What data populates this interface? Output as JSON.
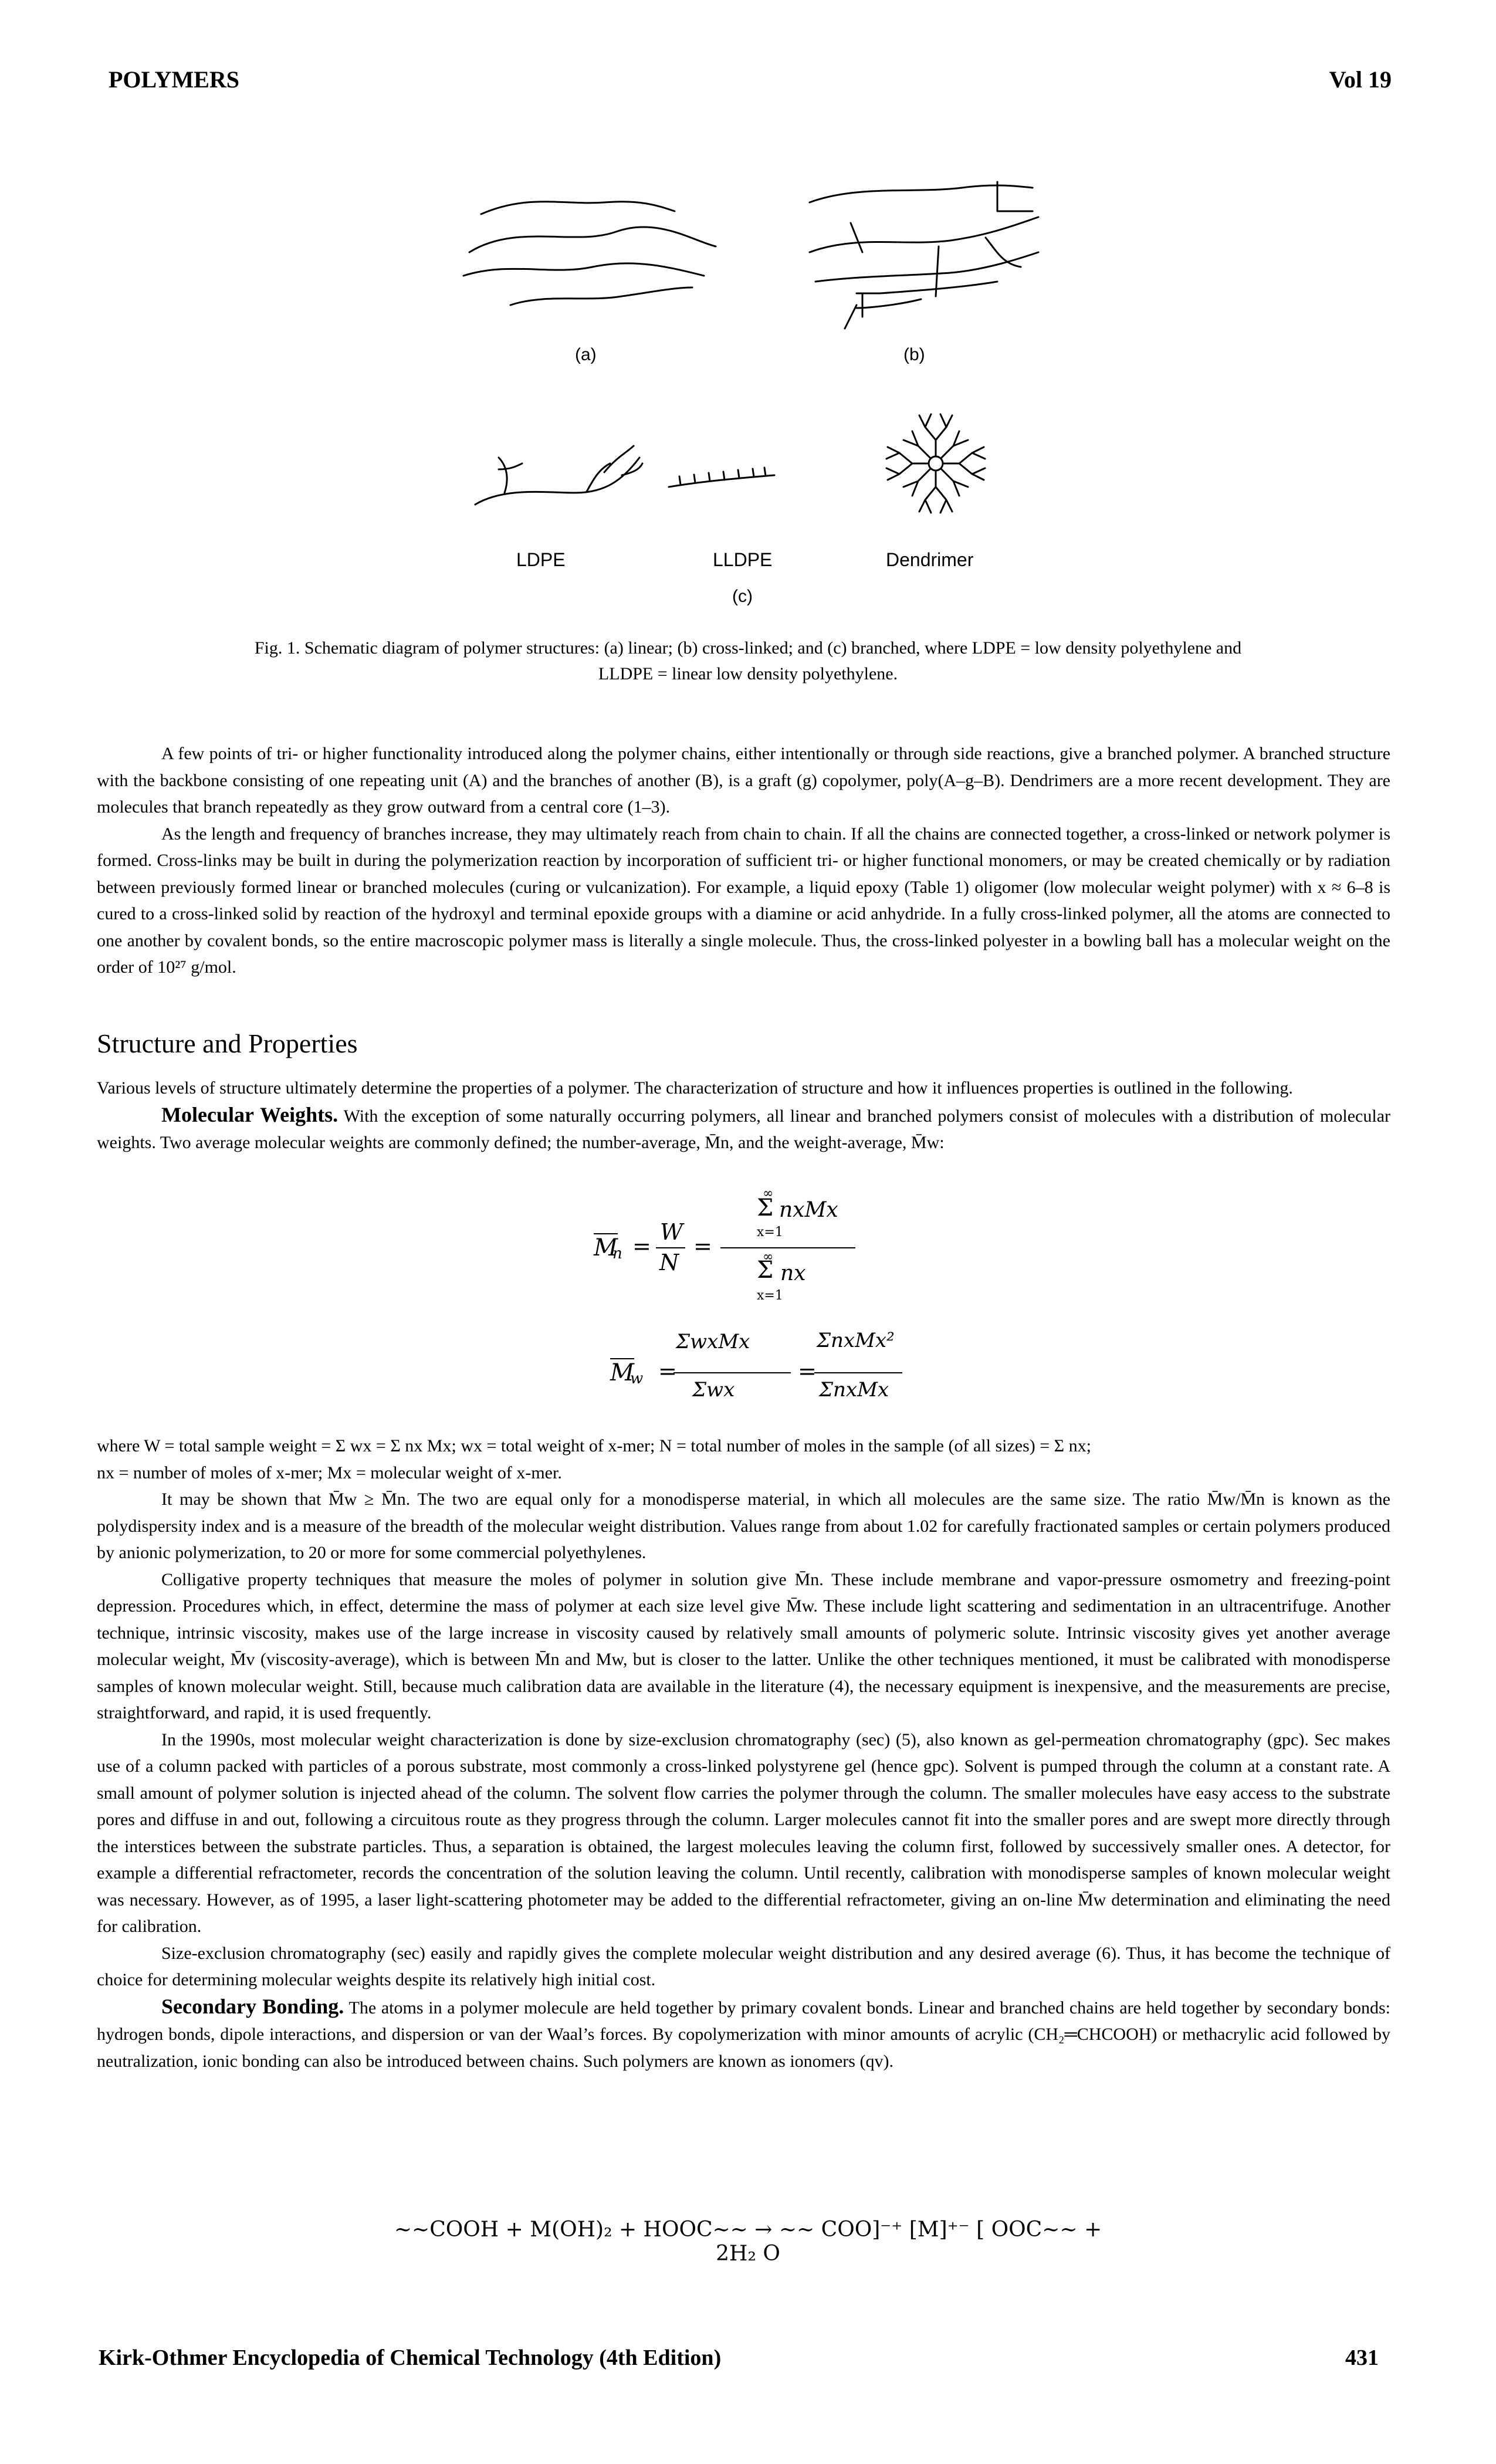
{
  "header": {
    "left": "POLYMERS",
    "right": "Vol 19"
  },
  "figure": {
    "labels": {
      "a": "(a)",
      "b": "(b)",
      "c": "(c)",
      "ldpe": "LDPE",
      "lldpe": "LLDPE",
      "dendrimer": "Dendrimer"
    },
    "caption_line1": "Fig. 1. Schematic diagram of polymer structures: (a) linear; (b) cross-linked; and (c) branched, where LDPE = low density polyethylene and",
    "caption_line2": "LLDPE = linear low density polyethylene."
  },
  "paragraphs": {
    "p1": "A few points of tri- or higher functionality introduced along the polymer chains, either intentionally or through side reactions, give a branched polymer. A branched structure with the backbone consisting of one repeating unit (A) and the branches of another (B), is a graft (g) copolymer, poly(A–g–B). Dendrimers are a more recent development. They are molecules that branch repeatedly as they grow outward from a central core (1–3).",
    "p2": "As the length and frequency of branches increase, they may ultimately reach from chain to chain. If all the chains are connected together, a cross-linked or network polymer is formed. Cross-links may be built in during the polymerization reaction by incorporation of sufficient tri- or higher functional monomers, or may be created chemically or by radiation between previously formed linear or branched molecules (curing or vulcanization). For example, a liquid epoxy (Table 1) oligomer (low molecular weight polymer) with x ≈ 6–8 is cured to a cross-linked solid by reaction of the hydroxyl and terminal epoxide groups with a diamine or acid anhydride. In a fully cross-linked polymer, all the atoms are connected to one another by covalent bonds, so the entire macroscopic polymer mass is literally a single molecule. Thus, the cross-linked polyester in a bowling ball has a molecular weight on the order of 10²⁷ g/mol.",
    "section_title": "Structure and Properties",
    "p3": "Various levels of structure ultimately determine the properties of a polymer. The characterization of structure and how it influences properties is outlined in the following.",
    "p4_runin": "Molecular Weights.",
    "p4": "With the exception of some naturally occurring polymers, all linear and branched polymers consist of molecules with a distribution of molecular weights. Two average molecular weights are commonly defined; the number-average, M̄n, and the weight-average, M̄w:",
    "where1": "where W = total sample weight = Σ wx = Σ nx Mx; wx = total weight of x-mer; N = total number of moles in the sample (of all sizes) = Σ nx;",
    "where2": "nx = number of moles of x-mer; Mx = molecular weight of x-mer.",
    "p5": "It may be shown that M̄w ≥ M̄n. The two are equal only for a monodisperse material, in which all molecules are the same size. The ratio M̄w/M̄n is known as the polydispersity index and is a measure of the breadth of the molecular weight distribution. Values range from about 1.02 for carefully fractionated samples or certain polymers produced by anionic polymerization, to 20 or more for some commercial polyethylenes.",
    "p6": "Colligative property techniques that measure the moles of polymer in solution give M̄n. These include membrane and vapor-pressure osmometry and freezing-point depression. Procedures which, in effect, determine the mass of polymer at each size level give M̄w. These include light scattering and sedimentation in an ultracentrifuge. Another technique, intrinsic viscosity, makes use of the large increase in viscosity caused by relatively small amounts of polymeric solute. Intrinsic viscosity gives yet another average molecular weight, M̄v (viscosity-average), which is between M̄n and Mw, but is closer to the latter. Unlike the other techniques mentioned, it must be calibrated with monodisperse samples of known molecular weight. Still, because much calibration data are available in the literature (4), the necessary equipment is inexpensive, and the measurements are precise, straightforward, and rapid, it is used frequently.",
    "p7": "In the 1990s, most molecular weight characterization is done by size-exclusion chromatography (sec) (5), also known as gel-permeation chromatography (gpc). Sec makes use of a column packed with particles of a porous substrate, most commonly a cross-linked polystyrene gel (hence gpc). Solvent is pumped through the column at a constant rate. A small amount of polymer solution is injected ahead of the column. The solvent flow carries the polymer through the column. The smaller molecules have easy access to the substrate pores and diffuse in and out, following a circuitous route as they progress through the column. Larger molecules cannot fit into the smaller pores and are swept more directly through the interstices between the substrate particles. Thus, a separation is obtained, the largest molecules leaving the column first, followed by successively smaller ones. A detector, for example a differential refractometer, records the concentration of the solution leaving the column. Until recently, calibration with monodisperse samples of known molecular weight was necessary. However, as of 1995, a laser light-scattering photometer may be added to the differential refractometer, giving an on-line M̄w determination and eliminating the need for calibration.",
    "p8": "Size-exclusion chromatography (sec) easily and rapidly gives the complete molecular weight distribution and any desired average (6). Thus, it has become the technique of choice for determining molecular weights despite its relatively high initial cost.",
    "p9_runin": "Secondary Bonding.",
    "p9": "The atoms in a polymer molecule are held together by primary covalent bonds. Linear and branched chains are held together by secondary bonds: hydrogen bonds, dipole interactions, and dispersion or van der Waal’s forces. By copolymerization with minor amounts of acrylic (CH₂═CHCOOH) or methacrylic acid followed by neutralization, ionic bonding can also be introduced between chains. Such polymers are known as ionomers (qv).",
    "reaction": "∼∼COOH + M(OH)₂ + HOOC∼∼ → ∼∼ COO]⁻⁺ [M]⁺⁻ [ OOC∼∼ + 2H₂ O"
  },
  "equations": {
    "mn_lhs": "M",
    "mn_sub": "n",
    "mn_W": "W",
    "mn_N": "N",
    "mn_num": "nxMx",
    "mn_den": "nx",
    "mn_sum_top": "∞",
    "mn_sum_bot": "x=1",
    "mw_lhs": "M",
    "mw_sub": "w",
    "mw_num1": "ΣwxMx",
    "mw_den1": "Σwx",
    "mw_num2": "ΣnxMx²",
    "mw_den2": "ΣnxMx"
  },
  "footer": {
    "left": "Kirk-Othmer Encyclopedia of Chemical Technology (4th Edition)",
    "right": "431"
  }
}
